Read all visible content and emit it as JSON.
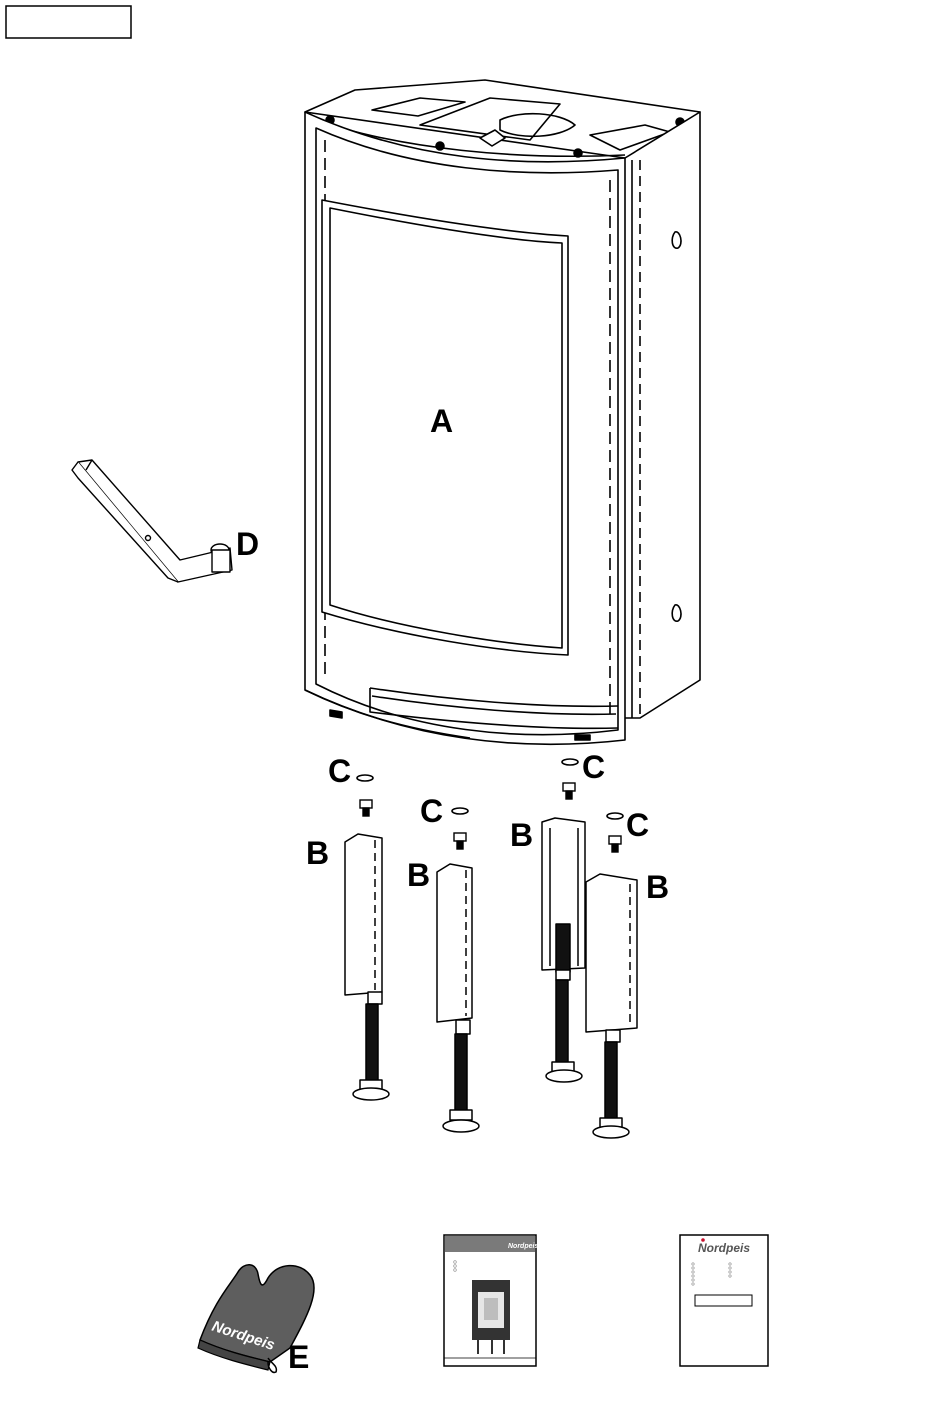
{
  "labels": {
    "a": "A",
    "b": "B",
    "c": "C",
    "d": "D",
    "e": "E"
  },
  "brand": {
    "name": "Nordpeis",
    "accent_color": "#c8102e"
  },
  "icons": {
    "stove": "stove-body-icon",
    "leg": "adjustable-leg-icon",
    "washer": "washer-icon",
    "bolt": "bolt-icon",
    "handle": "handle-tool-icon",
    "glove": "oven-glove-icon",
    "manual": "manual-booklet-icon",
    "card": "warranty-card-icon"
  }
}
